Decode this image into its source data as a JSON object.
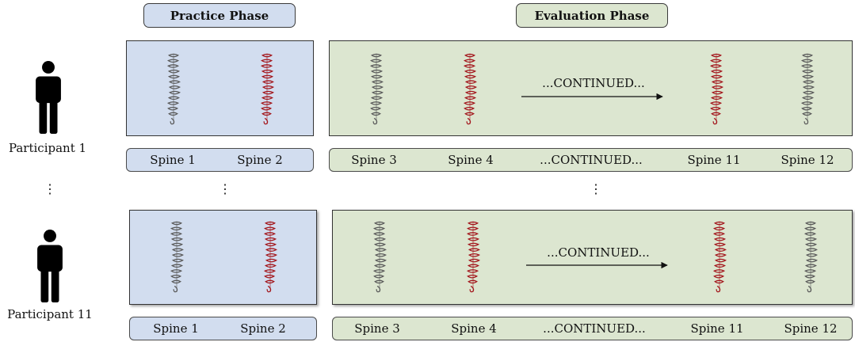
{
  "header": {
    "practice_label": "Practice Phase",
    "evaluation_label": "Evaluation Phase"
  },
  "colors": {
    "practice_fill": "#d2ddef",
    "evaluation_fill": "#dce6d0",
    "spine_gray": "#5a5a5a",
    "spine_red": "#a3161c"
  },
  "participants": [
    {
      "label": "Participant 1",
      "practice_spines": [
        "Spine 1",
        "Spine 2"
      ],
      "evaluation_spines": [
        "Spine 3",
        "Spine 4",
        "...CONTINUED...",
        "Spine 11",
        "Spine 12"
      ],
      "continued_label": "...CONTINUED..."
    },
    {
      "label": "Participant 11",
      "practice_spines": [
        "Spine 1",
        "Spine 2"
      ],
      "evaluation_spines": [
        "Spine 3",
        "Spine 4",
        "...CONTINUED...",
        "Spine 11",
        "Spine 12"
      ],
      "continued_label": "...CONTINUED..."
    }
  ],
  "ellipsis": "⋮",
  "icons": [
    "person-icon",
    "spine-icon",
    "arrow-icon"
  ]
}
